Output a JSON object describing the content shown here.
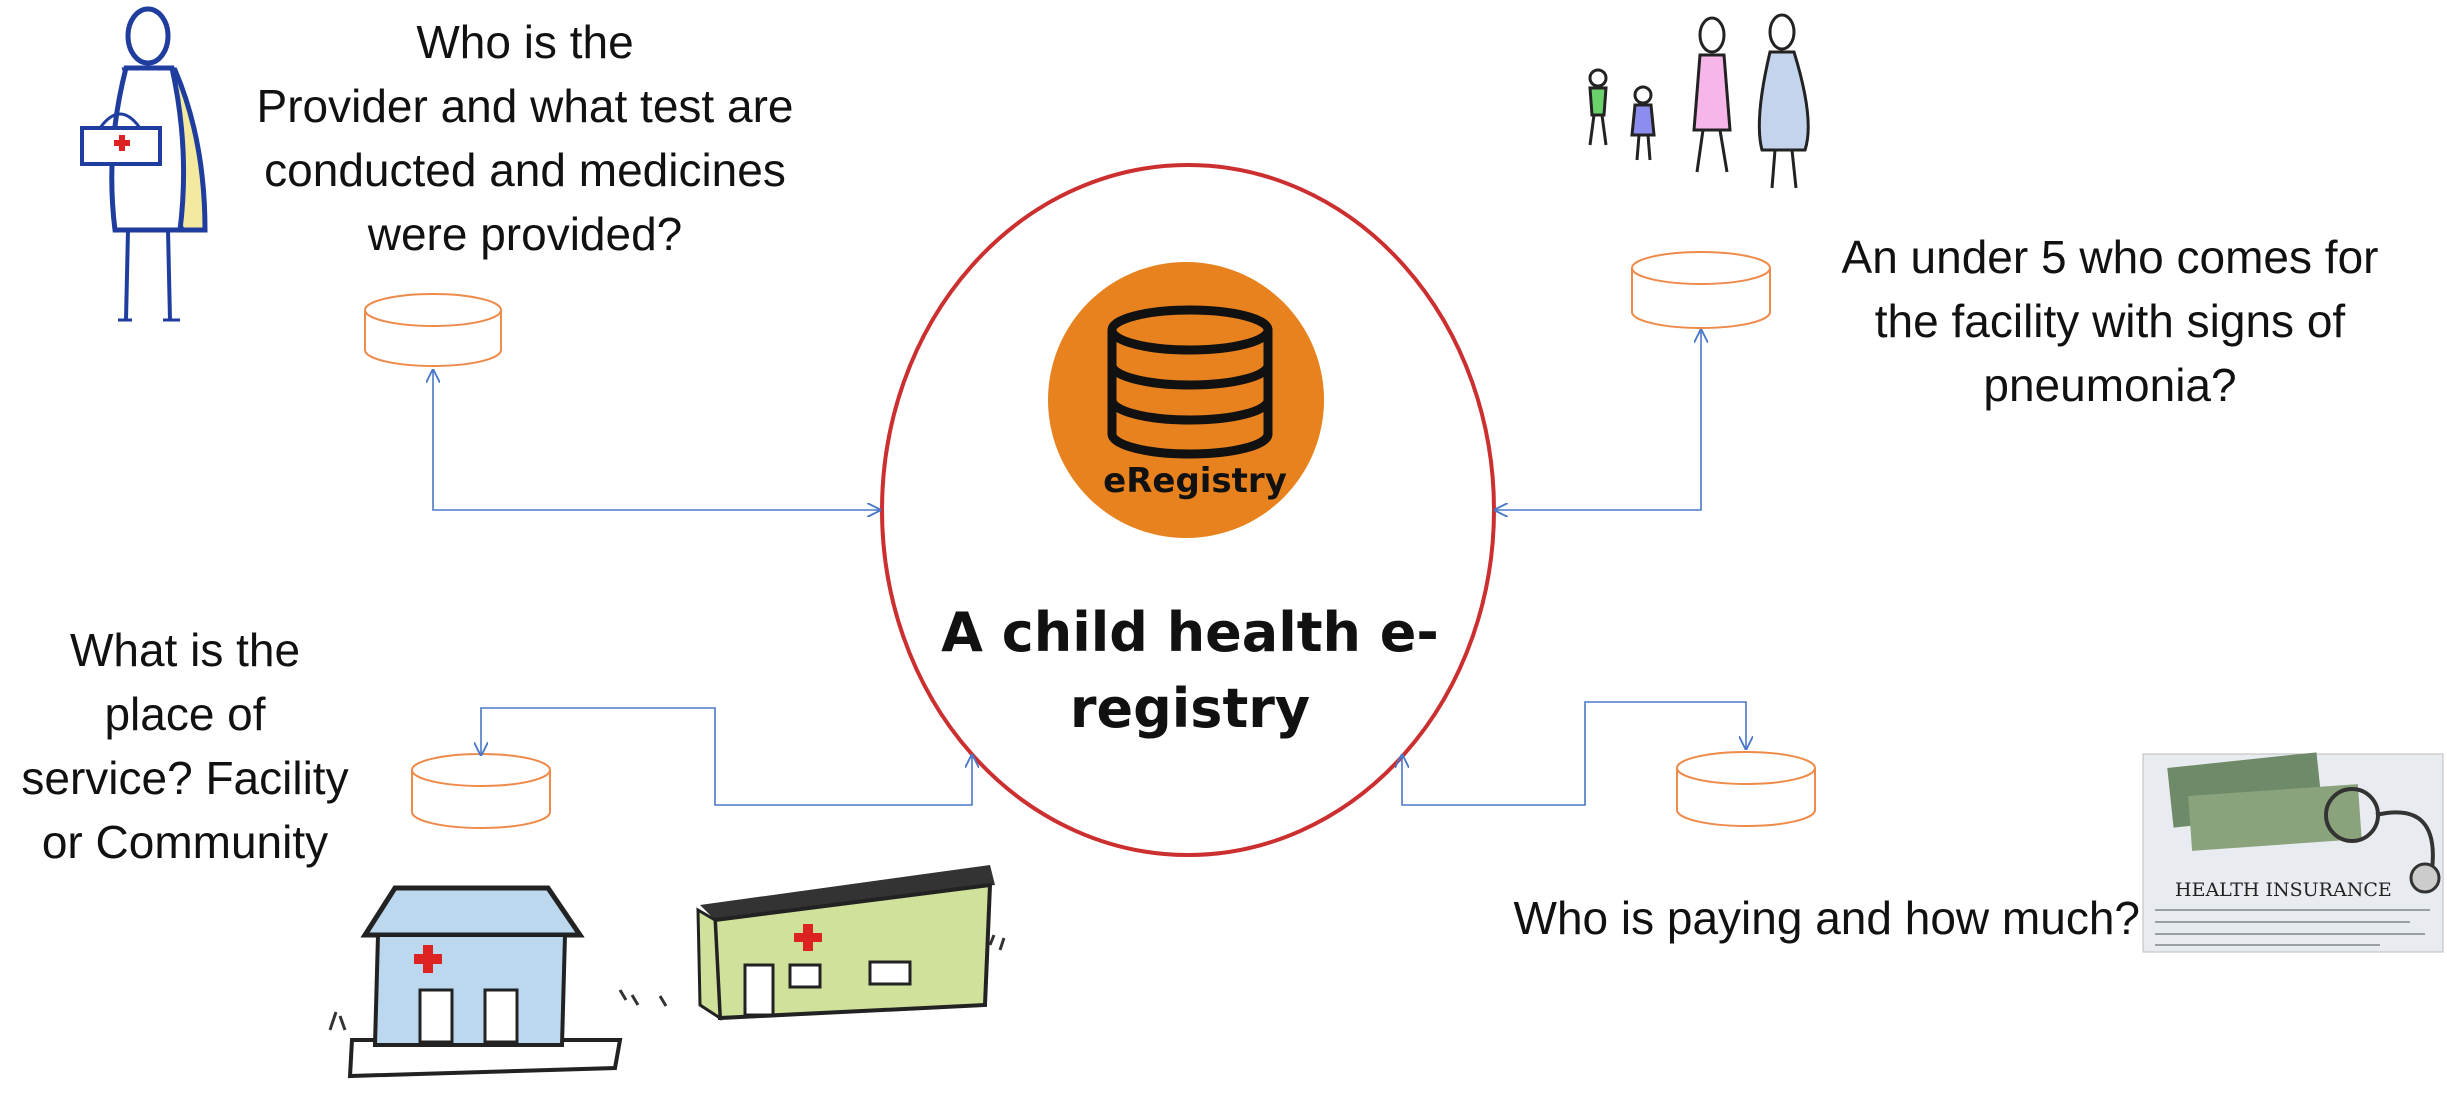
{
  "center": {
    "badge_label": "eRegistry",
    "title_lines": [
      "A child health e-",
      "registry"
    ]
  },
  "questions": {
    "provider": [
      "Who is the",
      "Provider and what test are",
      "conducted and medicines",
      "were provided?"
    ],
    "patient": [
      "An under 5 who comes for",
      "the facility with signs of",
      "pneumonia?"
    ],
    "place": [
      "What is the",
      "place of",
      "service? Facility",
      "or Community"
    ],
    "payer": [
      "Who is paying and how much?"
    ]
  },
  "images": {
    "insurance_form_heading": "HEALTH INSURANCE"
  },
  "colors": {
    "ellipse_stroke": "#cc2f2f",
    "badge_fill": "#e8821f",
    "database_stroke": "#ee8a4a",
    "connector": "#4a78c8",
    "health_worker_outline": "#1f3d9e",
    "cross": "#dd2222"
  }
}
